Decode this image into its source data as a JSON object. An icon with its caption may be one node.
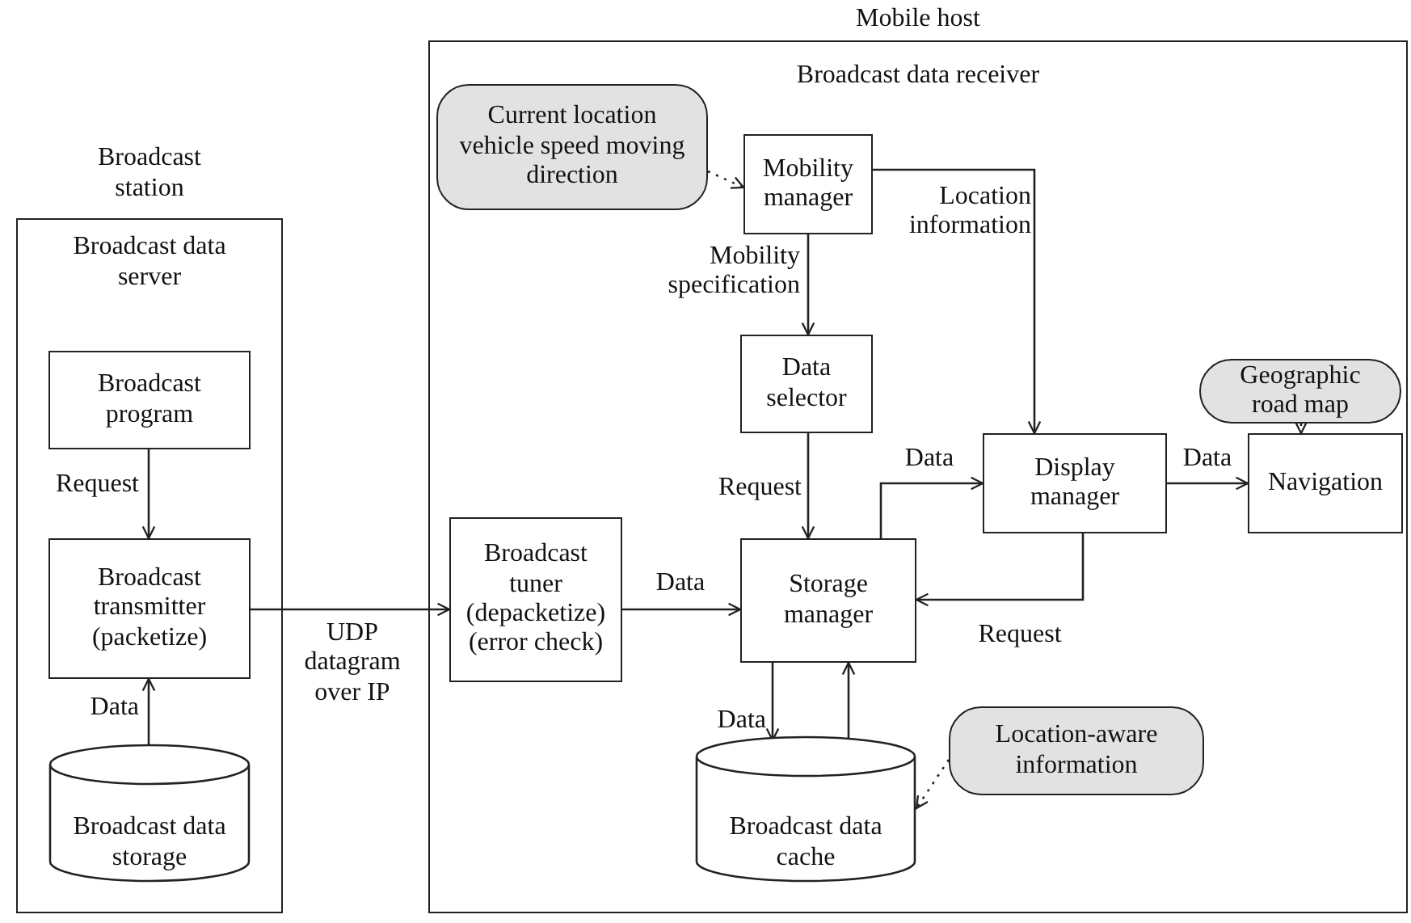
{
  "diagram": {
    "nodes": [
      {
        "text": [
          "Broadcast station",
          "Broadcast data server"
        ]
      },
      {
        "text": [
          "Mobile host",
          "Broadcast data receiver"
        ]
      },
      {
        "text": [
          "Broadcast program"
        ],
        "in": 0
      },
      {
        "text": [
          "Broadcast transmitter (packetize)"
        ],
        "in": 0
      },
      {
        "text": [
          "Broadcast data storage"
        ],
        "in": 0
      },
      {
        "text": [
          "Current location vehicle speed moving direction"
        ],
        "in": 1
      },
      {
        "text": [
          "Mobility manager"
        ],
        "in": 1
      },
      {
        "text": [
          "Data selector"
        ],
        "in": 1
      },
      {
        "text": [
          "Broadcast tuner (depacketize) (error check)"
        ],
        "in": 1
      },
      {
        "text": [
          "Storage manager"
        ],
        "in": 1
      },
      {
        "text": [
          "Display manager"
        ],
        "in": 1
      },
      {
        "text": [
          "Geographic road map"
        ],
        "in": 1
      },
      {
        "text": [
          "Navigation"
        ],
        "in": 1
      },
      {
        "text": [
          "Broadcast data cache"
        ],
        "in": 1
      },
      {
        "text": [
          "Location-aware information"
        ],
        "in": 1
      }
    ],
    "edges": [
      {
        "from": 2,
        "to": 3,
        "arrow": "to",
        "label": "Request"
      },
      {
        "from": 4,
        "to": 3,
        "arrow": "to",
        "label": "Data"
      },
      {
        "from": 3,
        "to": 8,
        "arrow": "to",
        "label": "UDP datagram over IP"
      },
      {
        "from": 8,
        "to": 9,
        "arrow": "to",
        "label": "Data"
      },
      {
        "from": 5,
        "to": 6,
        "arrow": "to",
        "style": "dashed"
      },
      {
        "from": 6,
        "to": 7,
        "arrow": "to",
        "label": "Mobility specification"
      },
      {
        "from": 6,
        "to": 10,
        "arrow": "to",
        "label": "Location information"
      },
      {
        "from": 7,
        "to": 9,
        "arrow": "to",
        "label": "Request"
      },
      {
        "from": 9,
        "to": 10,
        "arrow": "to",
        "label": "Data"
      },
      {
        "from": 10,
        "to": 12,
        "arrow": "to",
        "label": "Data"
      },
      {
        "from": 11,
        "to": 12,
        "arrow": "to",
        "style": "dashed"
      },
      {
        "from": 10,
        "to": 9,
        "arrow": "to",
        "label": "Request"
      },
      {
        "from": 9,
        "to": 13,
        "arrow": "to",
        "label": "Data"
      },
      {
        "from": 13,
        "to": 9,
        "arrow": "to"
      },
      {
        "from": 14,
        "to": 13,
        "arrow": "to",
        "style": "dashed"
      }
    ]
  }
}
